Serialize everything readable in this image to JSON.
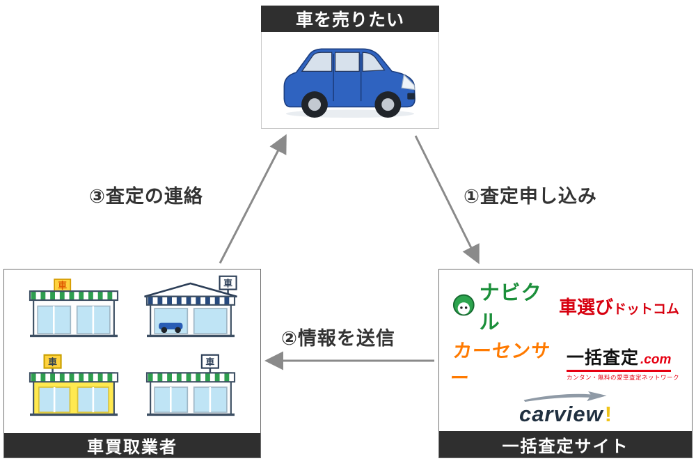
{
  "seller_box": {
    "title": "車を売りたい"
  },
  "buyers_box": {
    "label": "車買取業者",
    "store_sign": "車"
  },
  "sites_box": {
    "label": "一括査定サイト",
    "logos": {
      "navikuru": "ナビクル",
      "kurumaerabi_main": "車選び",
      "kurumaerabi_sub": "ドットコム",
      "carsensor": "カーセンサー",
      "ikkatsu_main": "一括査定",
      "ikkatsu_tld": ".com",
      "ikkatsu_tagline": "カンタン・無料の愛車査定ネットワーク",
      "carview": "carview",
      "carview_mark": "!"
    }
  },
  "steps": {
    "step1": "①査定申し込み",
    "step2": "②情報を送信",
    "step3": "③査定の連絡"
  },
  "colors": {
    "header_bar": "#2f2f2f",
    "arrow_gray": "#8a8a8a",
    "navikuru_green": "#1b8f3a",
    "kurumaerabi_red": "#d7000f",
    "carsensor_orange": "#ff7a00",
    "ikkatsu_red": "#e60012",
    "carview_navy": "#203040",
    "carview_yellow": "#f0c419",
    "car_blue": "#2f63c0",
    "awning_green": "#2e9e4f",
    "awning_navy": "#274a7e",
    "store_yellow": "#ffe94f"
  }
}
